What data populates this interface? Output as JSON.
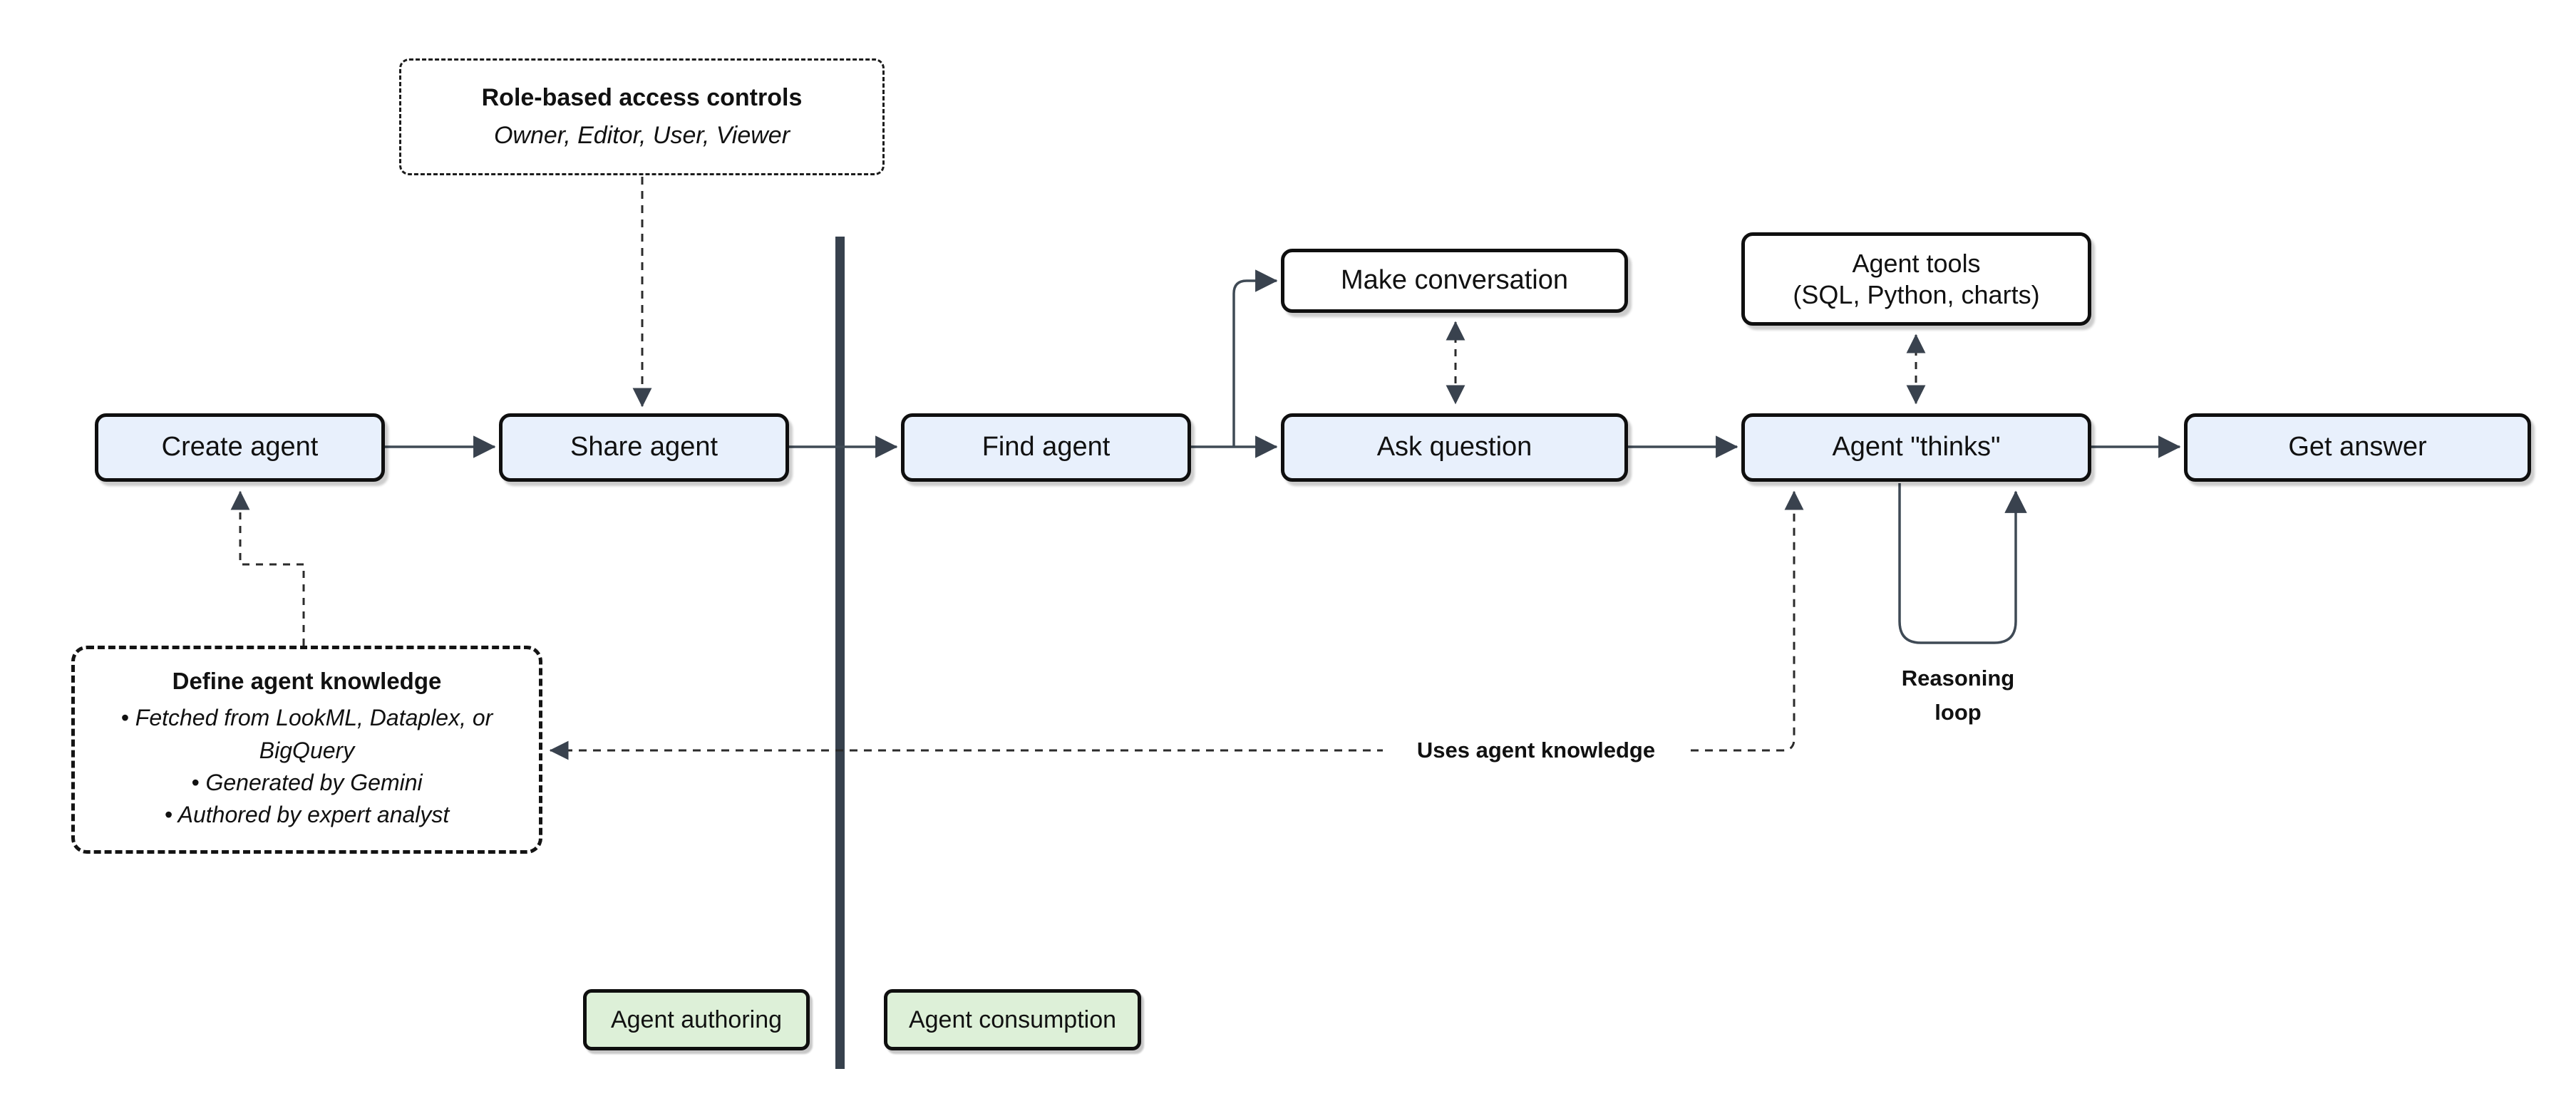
{
  "diagram": {
    "nodes": {
      "create_agent": {
        "label": "Create agent"
      },
      "share_agent": {
        "label": "Share agent"
      },
      "find_agent": {
        "label": "Find agent"
      },
      "ask_question": {
        "label": "Ask question"
      },
      "agent_thinks": {
        "label": "Agent \"thinks\""
      },
      "get_answer": {
        "label": "Get answer"
      },
      "make_conversation": {
        "label": "Make conversation"
      },
      "agent_tools": {
        "line1": "Agent tools",
        "line2": "(SQL, Python, charts)"
      }
    },
    "callouts": {
      "rbac": {
        "title": "Role-based access controls",
        "subtitle": "Owner, Editor, User, Viewer"
      },
      "define_knowledge": {
        "title": "Define agent knowledge",
        "bullets": [
          "Fetched from LookML, Dataplex, or BigQuery",
          "Generated by Gemini",
          "Authored by expert analyst"
        ]
      }
    },
    "annotations": {
      "reasoning_loop_line1": "Reasoning",
      "reasoning_loop_line2": "loop",
      "uses_agent_knowledge": "Uses agent knowledge"
    },
    "zones": {
      "authoring": "Agent authoring",
      "consumption": "Agent consumption"
    },
    "colors": {
      "node_fill_blue": "#e8f0fc",
      "node_fill_white": "#ffffff",
      "zone_fill_green": "#ddf0d8",
      "node_border": "#0f0f0f",
      "solid_connector": "#3f4a55",
      "dashed_connector": "#2b2b2b",
      "arrowhead": "#39424e",
      "divider": "#37414d"
    }
  }
}
